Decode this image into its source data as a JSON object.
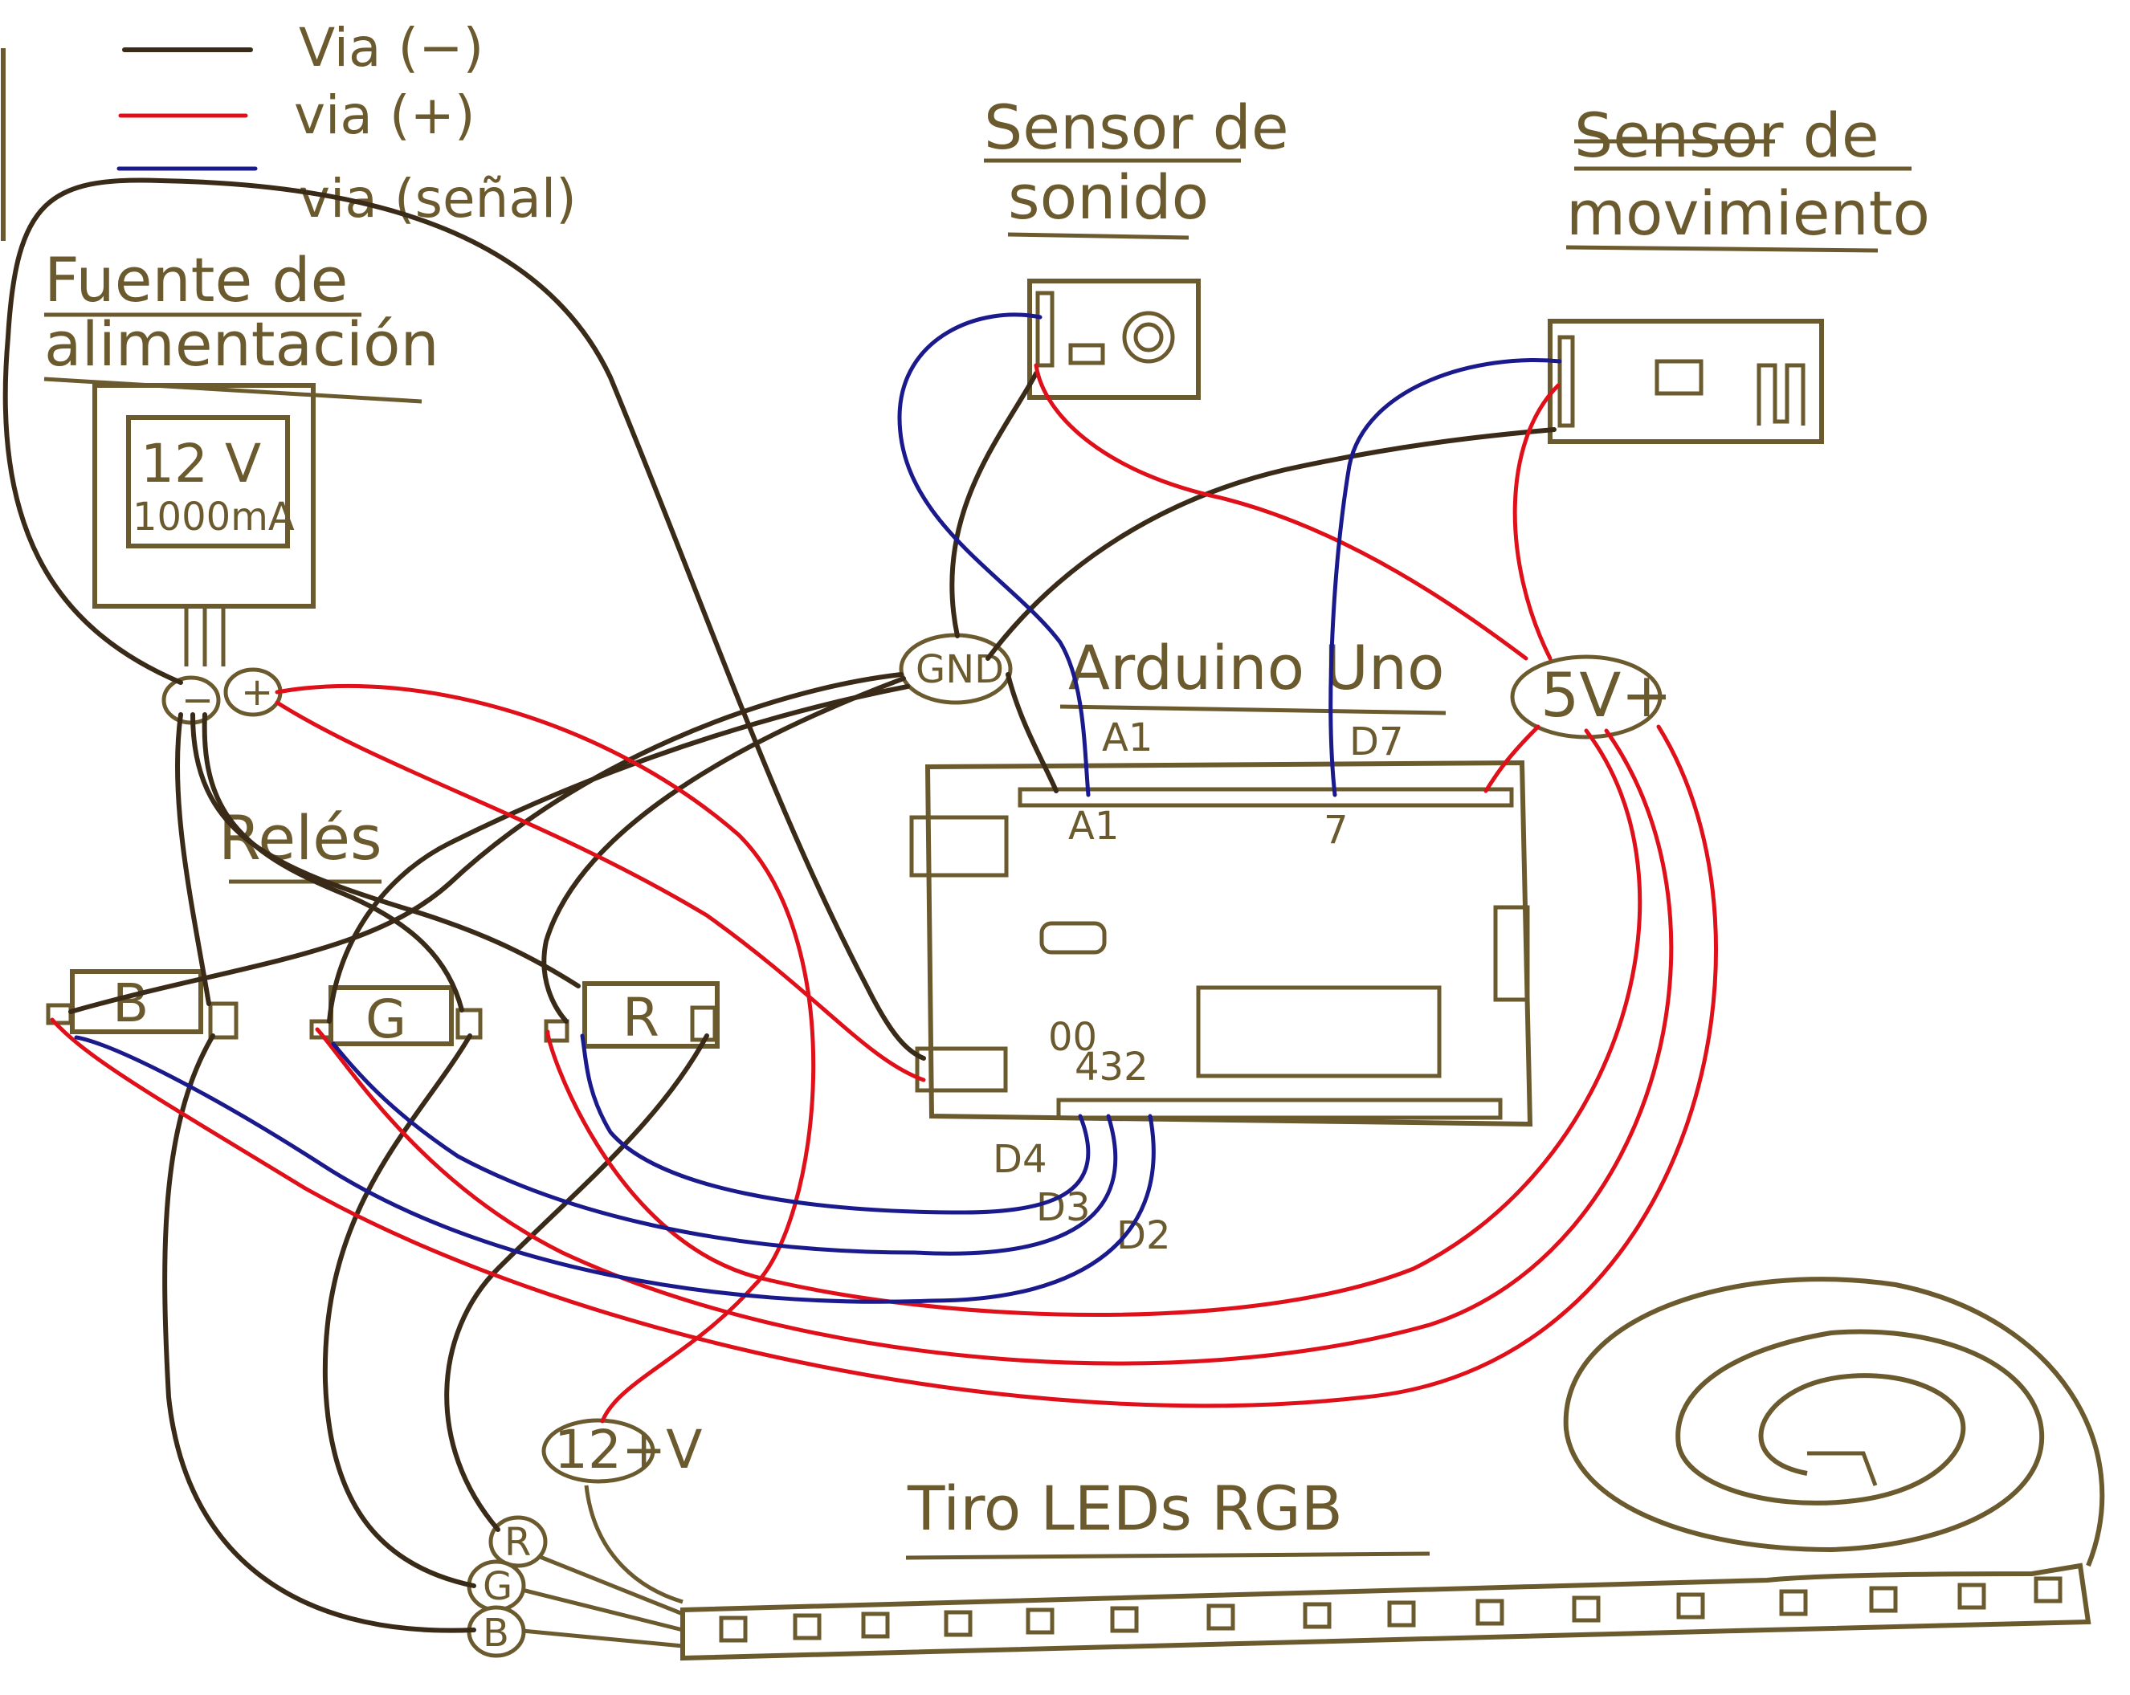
{
  "legend": {
    "negative_label": "Via (−)",
    "positive_label": "via (+)",
    "signal_label": "via (señal)",
    "colors": {
      "negative": "#3a2a18",
      "positive": "#e0101a",
      "signal": "#1a1a8c"
    }
  },
  "power_supply": {
    "title_line1": "Fuente de",
    "title_line2": "alimentación",
    "voltage": "12 V",
    "current": "1000mA",
    "terminal_neg": "−",
    "terminal_pos": "+"
  },
  "sound_sensor": {
    "title_line1": "Sensor de",
    "title_line2": "sonido"
  },
  "motion_sensor": {
    "title_line1": "Sensor de",
    "title_line2": "movimiento"
  },
  "arduino": {
    "title": "Arduino Uno",
    "gnd_label": "GND",
    "v5_label": "5V+",
    "a1_label": "A1",
    "a1_pin": "A1",
    "d7_label": "D7",
    "d7_pin": "7",
    "digital_pins": "432",
    "led_marks": "00",
    "d4_label": "D4",
    "d3_label": "D3",
    "d2_label": "D2"
  },
  "relays": {
    "title": "Relés",
    "blue": "B",
    "green": "G",
    "red": "R"
  },
  "led_strip": {
    "title": "Tiro LEDs RGB",
    "v12_label": "12+V",
    "r_label": "R",
    "g_label": "G",
    "b_label": "B"
  }
}
